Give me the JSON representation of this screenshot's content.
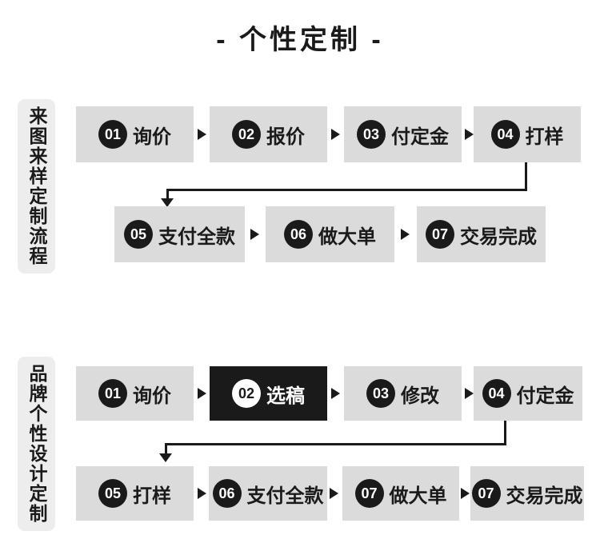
{
  "title": "- 个性定制 -",
  "colors": {
    "box_bg": "#dbdbdb",
    "tab_bg": "#ededed",
    "accent_black": "#1a1a1a",
    "highlight_box_bg": "#1a1a1a",
    "page_bg": "#ffffff"
  },
  "sections": [
    {
      "label": "来图来样定制流程",
      "rows": [
        {
          "steps": [
            {
              "num": "01",
              "label": "询价",
              "highlight": false
            },
            {
              "num": "02",
              "label": "报价",
              "highlight": false
            },
            {
              "num": "03",
              "label": "付定金",
              "highlight": false
            },
            {
              "num": "04",
              "label": "打样",
              "highlight": false
            }
          ]
        },
        {
          "steps": [
            {
              "num": "05",
              "label": "支付全款",
              "highlight": false
            },
            {
              "num": "06",
              "label": "做大单",
              "highlight": false
            },
            {
              "num": "07",
              "label": "交易完成",
              "highlight": false
            }
          ]
        }
      ]
    },
    {
      "label": "品牌个性设计定制",
      "rows": [
        {
          "steps": [
            {
              "num": "01",
              "label": "询价",
              "highlight": false
            },
            {
              "num": "02",
              "label": "选稿",
              "highlight": true
            },
            {
              "num": "03",
              "label": "修改",
              "highlight": false
            },
            {
              "num": "04",
              "label": "付定金",
              "highlight": false
            }
          ]
        },
        {
          "steps": [
            {
              "num": "05",
              "label": "打样",
              "highlight": false
            },
            {
              "num": "06",
              "label": "支付全款",
              "highlight": false
            },
            {
              "num": "07",
              "label": "做大单",
              "highlight": false
            },
            {
              "num": "07",
              "label": "交易完成",
              "highlight": false
            }
          ]
        }
      ]
    }
  ]
}
